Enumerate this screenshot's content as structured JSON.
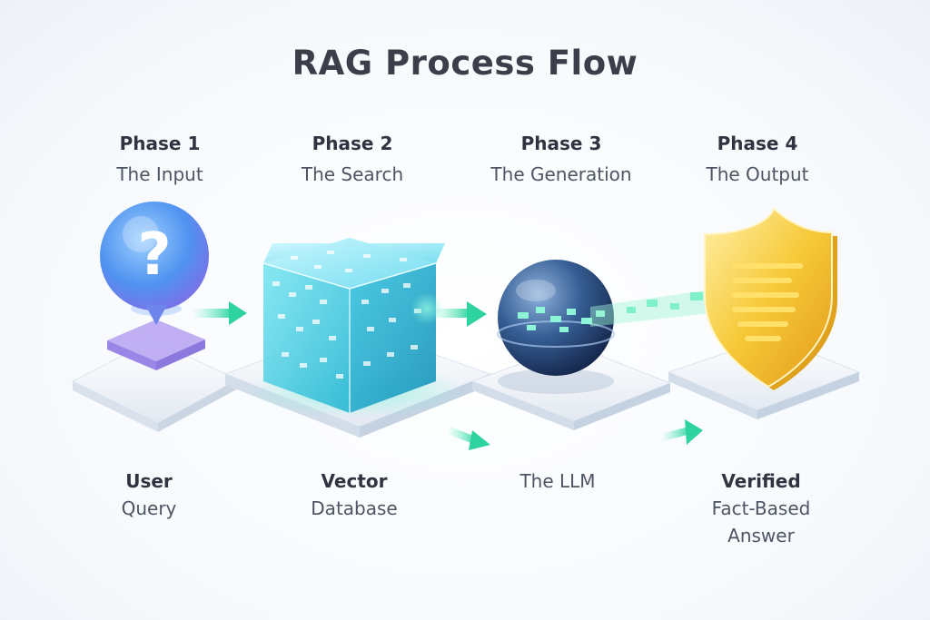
{
  "title": "RAG Process Flow",
  "phases": [
    {
      "label": "Phase 1",
      "subtitle": "The Input",
      "caption_bold": "User",
      "caption_lines": [
        "Query"
      ],
      "icon": "question-bubble-icon"
    },
    {
      "label": "Phase 2",
      "subtitle": "The Search",
      "caption_bold": "Vector",
      "caption_lines": [
        "Database"
      ],
      "icon": "cube-icon"
    },
    {
      "label": "Phase 3",
      "subtitle": "The Generation",
      "caption_bold": "",
      "caption_lines": [
        "The LLM"
      ],
      "icon": "sphere-icon"
    },
    {
      "label": "Phase 4",
      "subtitle": "The Output",
      "caption_bold": "Verified",
      "caption_lines": [
        "Fact-Based",
        "Answer"
      ],
      "icon": "shield-icon"
    }
  ],
  "colors": {
    "accent": "#2fd3a0",
    "cube": "#4fd6ea",
    "sphere": "#2d4f7c",
    "shield": "#f3c233",
    "question": "#5aa7f5"
  }
}
